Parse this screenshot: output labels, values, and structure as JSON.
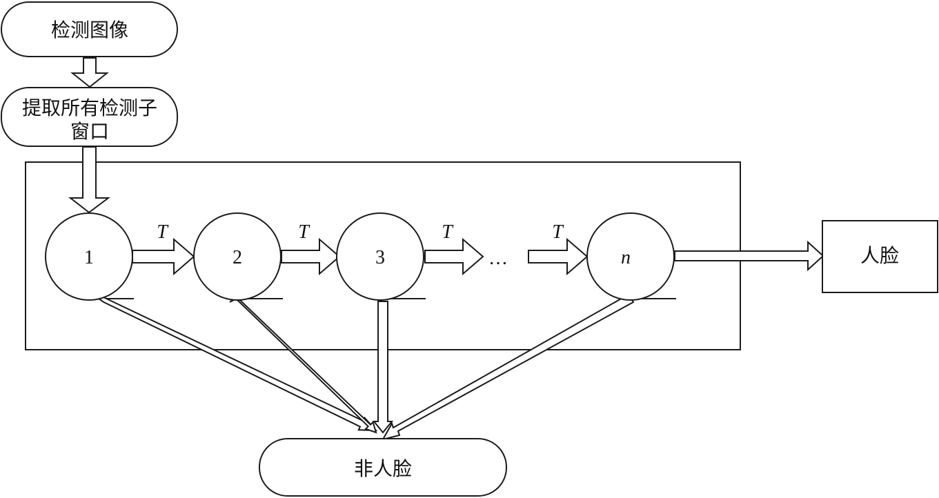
{
  "nodes": {
    "detect_image": "检测图像",
    "extract_line1": "提取所有检测子",
    "extract_line2": "窗口",
    "face": "人脸",
    "non_face": "非人脸"
  },
  "stages": [
    "1",
    "2",
    "3",
    "n"
  ],
  "transition_label": "T",
  "ellipsis": "…"
}
